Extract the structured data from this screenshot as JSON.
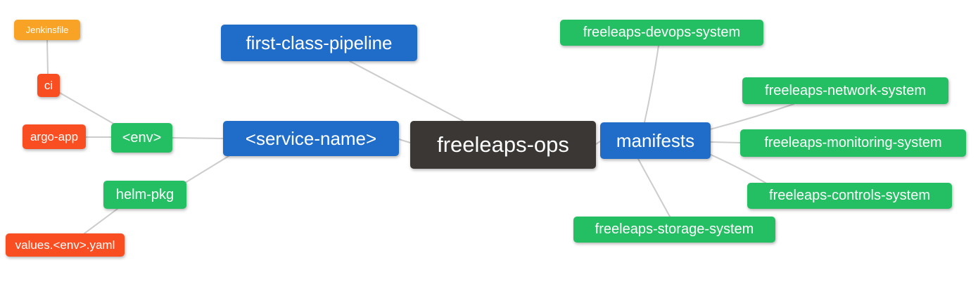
{
  "diagram": {
    "type": "mindmap",
    "root_label": "freeleaps-ops"
  },
  "colors": {
    "root_bg": "#3B3735",
    "branch_bg": "#1F6DC9",
    "leaf_green_bg": "#23BF62",
    "leaf_red_bg": "#F94E22",
    "leaf_orange_bg": "#F9A326",
    "edge": "#CCCCCC",
    "node_text": "#FFFFFF"
  },
  "nodes": [
    {
      "id": "freeleaps-ops",
      "label": "freeleaps-ops",
      "color": "#3B3735"
    },
    {
      "id": "first-class-pipeline",
      "label": "first-class-pipeline",
      "color": "#1F6DC9"
    },
    {
      "id": "service-name",
      "label": "<service-name>",
      "color": "#1F6DC9"
    },
    {
      "id": "manifests",
      "label": "manifests",
      "color": "#1F6DC9"
    },
    {
      "id": "env",
      "label": "<env>",
      "color": "#23BF62"
    },
    {
      "id": "helm-pkg",
      "label": "helm-pkg",
      "color": "#23BF62"
    },
    {
      "id": "freeleaps-devops-system",
      "label": "freeleaps-devops-system",
      "color": "#23BF62"
    },
    {
      "id": "freeleaps-network-system",
      "label": "freeleaps-network-system",
      "color": "#23BF62"
    },
    {
      "id": "freeleaps-monitoring-system",
      "label": "freeleaps-monitoring-system",
      "color": "#23BF62"
    },
    {
      "id": "freeleaps-controls-system",
      "label": "freeleaps-controls-system",
      "color": "#23BF62"
    },
    {
      "id": "freeleaps-storage-system",
      "label": "freeleaps-storage-system",
      "color": "#23BF62"
    },
    {
      "id": "ci",
      "label": "ci",
      "color": "#F94E22"
    },
    {
      "id": "argo-app",
      "label": "argo-app",
      "color": "#F94E22"
    },
    {
      "id": "values-env-yaml",
      "label": "values.<env>.yaml",
      "color": "#F94E22"
    },
    {
      "id": "jenkinsfile",
      "label": "Jenkinsfile",
      "color": "#F9A326"
    }
  ],
  "edges": [
    {
      "from": "jenkinsfile",
      "to": "ci"
    },
    {
      "from": "ci",
      "to": "env"
    },
    {
      "from": "argo-app",
      "to": "env"
    },
    {
      "from": "env",
      "to": "service-name"
    },
    {
      "from": "helm-pkg",
      "to": "service-name"
    },
    {
      "from": "values-env-yaml",
      "to": "helm-pkg"
    },
    {
      "from": "first-class-pipeline",
      "to": "freeleaps-ops"
    },
    {
      "from": "service-name",
      "to": "freeleaps-ops"
    },
    {
      "from": "freeleaps-ops",
      "to": "manifests"
    },
    {
      "from": "manifests",
      "to": "freeleaps-devops-system"
    },
    {
      "from": "manifests",
      "to": "freeleaps-network-system"
    },
    {
      "from": "manifests",
      "to": "freeleaps-monitoring-system"
    },
    {
      "from": "manifests",
      "to": "freeleaps-controls-system"
    },
    {
      "from": "manifests",
      "to": "freeleaps-storage-system"
    }
  ]
}
